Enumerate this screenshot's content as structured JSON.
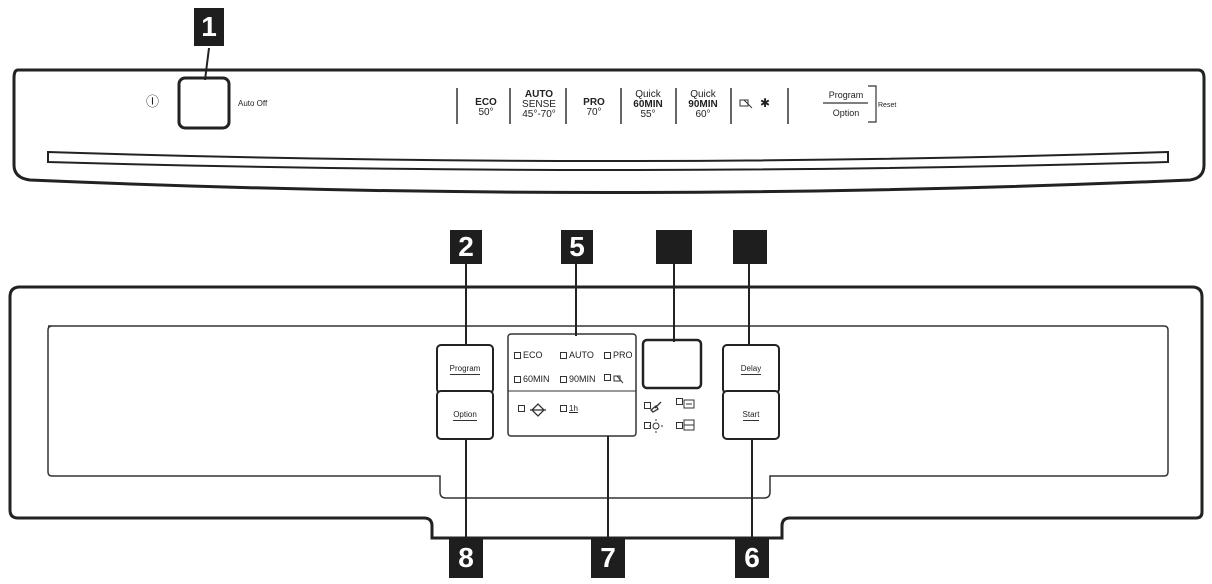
{
  "callouts": {
    "c1": "1",
    "c2": "2",
    "c5": "5",
    "c3": "",
    "c4": "",
    "c8": "8",
    "c7": "7",
    "c6": "6"
  },
  "top_panel": {
    "power_symbol": "Ⓘ",
    "auto_off_label": "Auto Off",
    "programs": [
      {
        "line1": "ECO",
        "line2": "50°",
        "line3": ""
      },
      {
        "line1": "AUTO",
        "line2": "SENSE",
        "line3": "45°-70°"
      },
      {
        "line1": "PRO",
        "line2": "70°",
        "line3": ""
      },
      {
        "line1": "Quick",
        "line2": "60MIN",
        "line3": "55°"
      },
      {
        "line1": "Quick",
        "line2": "90MIN",
        "line3": "60°"
      }
    ],
    "program_label": "Program",
    "option_label": "Option",
    "reset_label": "Reset"
  },
  "bottom_panel": {
    "program_button": "Program",
    "option_button": "Option",
    "delay_button": "Delay",
    "start_button": "Start",
    "indicators": {
      "eco": "ECO",
      "auto": "AUTO",
      "pro": "PRO",
      "min60": "60MIN",
      "min90": "90MIN"
    },
    "hours_symbol": "1h"
  }
}
